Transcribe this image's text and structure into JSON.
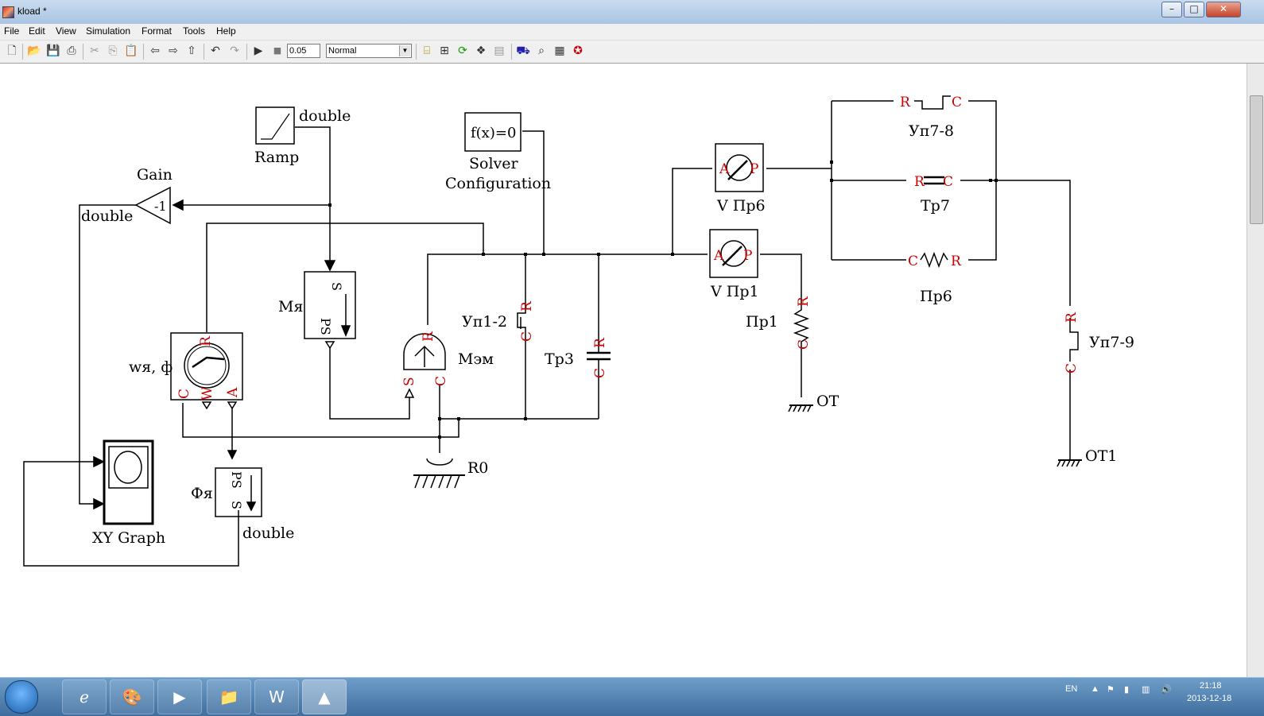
{
  "window": {
    "title": "kload *",
    "buttons": [
      "–",
      "□",
      "✕"
    ]
  },
  "menu": [
    "File",
    "Edit",
    "View",
    "Simulation",
    "Format",
    "Tools",
    "Help"
  ],
  "toolbar": {
    "stop_time": "0.05",
    "sim_mode": "Normal"
  },
  "blocks": {
    "ramp": "Ramp",
    "ramp_sig": "double",
    "gain": "Gain",
    "gain_val": "-1",
    "gain_sig": "double",
    "solver_expr": "f(x)=0",
    "solver_l1": "Solver",
    "solver_l2": "Configuration",
    "m_ya": "Мя",
    "m_em": "Мэм",
    "wya": "wя, ф",
    "fya": "Фя",
    "fya_sig": "double",
    "xy": "XY Graph",
    "r0": "R0",
    "up12": "Уп1-2",
    "tr3": "Тр3",
    "vpr6": "V Пр6",
    "vpr1": "V Пр1",
    "pr1": "Пр1",
    "ot": "ОТ",
    "up78": "Уп7-8",
    "tr7": "Тр7",
    "pr6": "Пр6",
    "up79": "Уп7-9",
    "ot1": "ОТ1"
  },
  "ports": {
    "S": "S",
    "PS": "PS",
    "R": "R",
    "C": "C",
    "A": "A",
    "P": "P",
    "W": "W"
  },
  "tray": {
    "lang": "EN",
    "time": "21:18",
    "date": "2013-12-18"
  },
  "colors": {
    "port_label": "#cc0000",
    "title_bar": "#b9d0ea",
    "taskbar": "#4a7bad"
  }
}
